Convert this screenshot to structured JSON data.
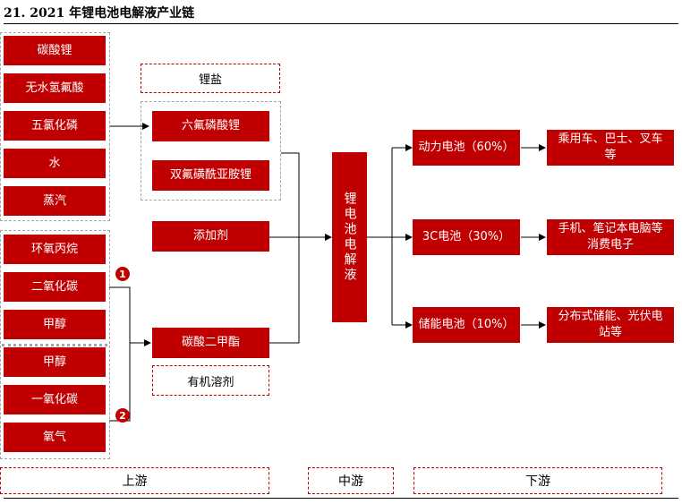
{
  "title": "21. 2021 年锂电池电解液产业链",
  "upstream": {
    "group_a": [
      "碳酸锂",
      "无水氢氟酸",
      "五氯化磷",
      "水",
      "蒸汽"
    ],
    "group_b": [
      "环氧丙烷",
      "二氧化碳",
      "甲醇"
    ],
    "group_c": [
      "甲醇",
      "一氧化碳",
      "氧气"
    ],
    "badges": [
      "1",
      "2"
    ]
  },
  "salts": {
    "label": "锂盐",
    "items": [
      "六氟磷酸锂",
      "双氟磺酰亚胺锂"
    ]
  },
  "additive": "添加剂",
  "solvent": {
    "item": "碳酸二甲酯",
    "label": "有机溶剂"
  },
  "center": "锂电池电解液",
  "batteries": [
    {
      "name": "动力电池（60%）",
      "use": "乘用车、巴士、叉车等"
    },
    {
      "name": "3C电池（30%）",
      "use": "手机、笔记本电脑等消费电子"
    },
    {
      "name": "储能电池（10%）",
      "use": "分布式储能、光伏电站等"
    }
  ],
  "stages": [
    "上游",
    "中游",
    "下游"
  ],
  "colors": {
    "accent": "#c00000",
    "group_border": "#a6a6a6"
  }
}
